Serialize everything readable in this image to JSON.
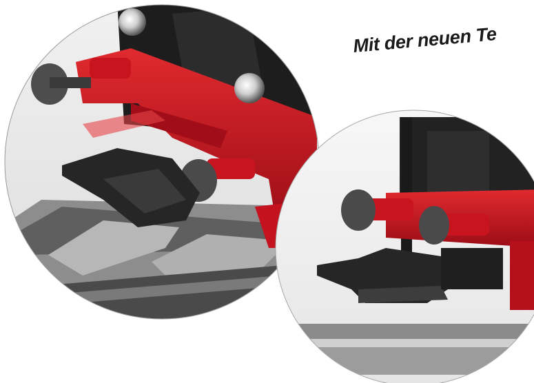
{
  "headline": {
    "text": "Mit der neuen Te"
  },
  "photo_left": {
    "subject": "model-locomotive-coupler-closeup",
    "colors": {
      "frame": "#c4121e",
      "body": "#1d1d1d",
      "track": "#6f6f6f"
    }
  },
  "photo_right": {
    "subject": "model-locomotive-coupler-side-view",
    "colors": {
      "frame": "#c4121e",
      "body": "#222222",
      "track": "#8a8a8a"
    }
  }
}
